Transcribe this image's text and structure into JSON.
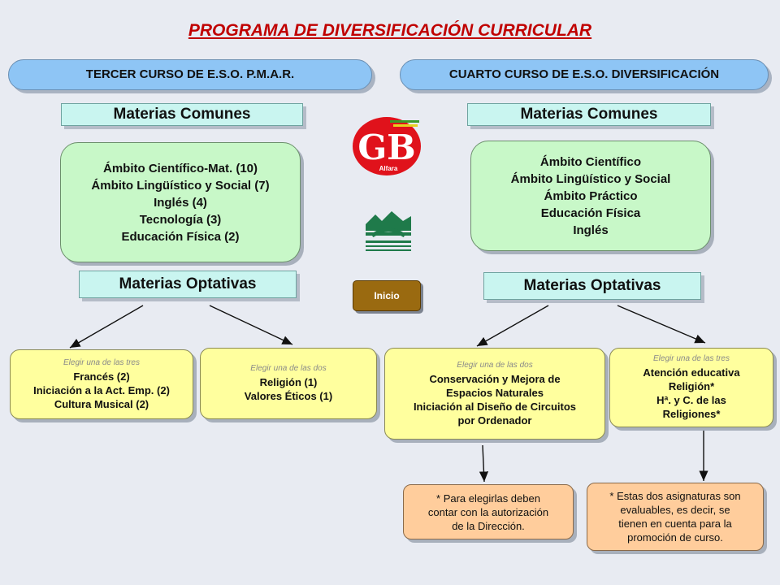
{
  "title": "PROGRAMA DE DIVERSIFICACIÓN CURRICULAR",
  "left": {
    "header": "TERCER CURSO DE E.S.O.   P.M.A.R.",
    "comunes_title": "Materias Comunes",
    "comunes": [
      "Ámbito Científico-Mat. (10)",
      "Ámbito Lingüístico y Social (7)",
      "Inglés (4)",
      "Tecnología (3)",
      "Educación Física (2)"
    ],
    "optativas_title": "Materias Optativas",
    "opt_a": {
      "hint": "Elegir una de las tres",
      "items": [
        "Francés (2)",
        "Iniciación a la Act. Emp. (2)",
        "Cultura Musical (2)"
      ]
    },
    "opt_b": {
      "hint": "Elegir una de las dos",
      "items": [
        "Religión (1)",
        "Valores Éticos (1)"
      ]
    }
  },
  "right": {
    "header": "CUARTO CURSO DE E.S.O. DIVERSIFICACIÓN",
    "comunes_title": "Materias Comunes",
    "comunes": [
      "Ámbito Científico",
      "Ámbito Lingüístico y Social",
      "Ámbito Práctico",
      "Educación Física",
      "Inglés"
    ],
    "optativas_title": "Materias Optativas",
    "opt_a": {
      "hint": "Elegir una de las dos",
      "items": [
        "Conservación y Mejora de",
        "Espacios Naturales",
        "Iniciación al Diseño de Circuitos",
        "por Ordenador"
      ]
    },
    "opt_b": {
      "hint": "Elegir una de las tres",
      "items": [
        "Atención educativa",
        "Religión*",
        "Hª. y C. de las",
        "Religiones*"
      ]
    },
    "note_a": [
      "* Para elegirlas deben",
      "contar con la autorización",
      "de la Dirección."
    ],
    "note_b": [
      "* Estas dos asignaturas son",
      "evaluables, es decir, se",
      "tienen en cuenta para la",
      "promoción de curso."
    ]
  },
  "logo": {
    "letters": "GB",
    "caption": "Alfara"
  },
  "inicio_label": "Inicio",
  "colors": {
    "title": "#c00000",
    "header": "#8ec5f5",
    "section": "#c9f5f0",
    "comunes_box": "#c8f8c8",
    "optativas_box": "#ffff9e",
    "note_box": "#ffcd9c",
    "button": "#9a6a10"
  }
}
